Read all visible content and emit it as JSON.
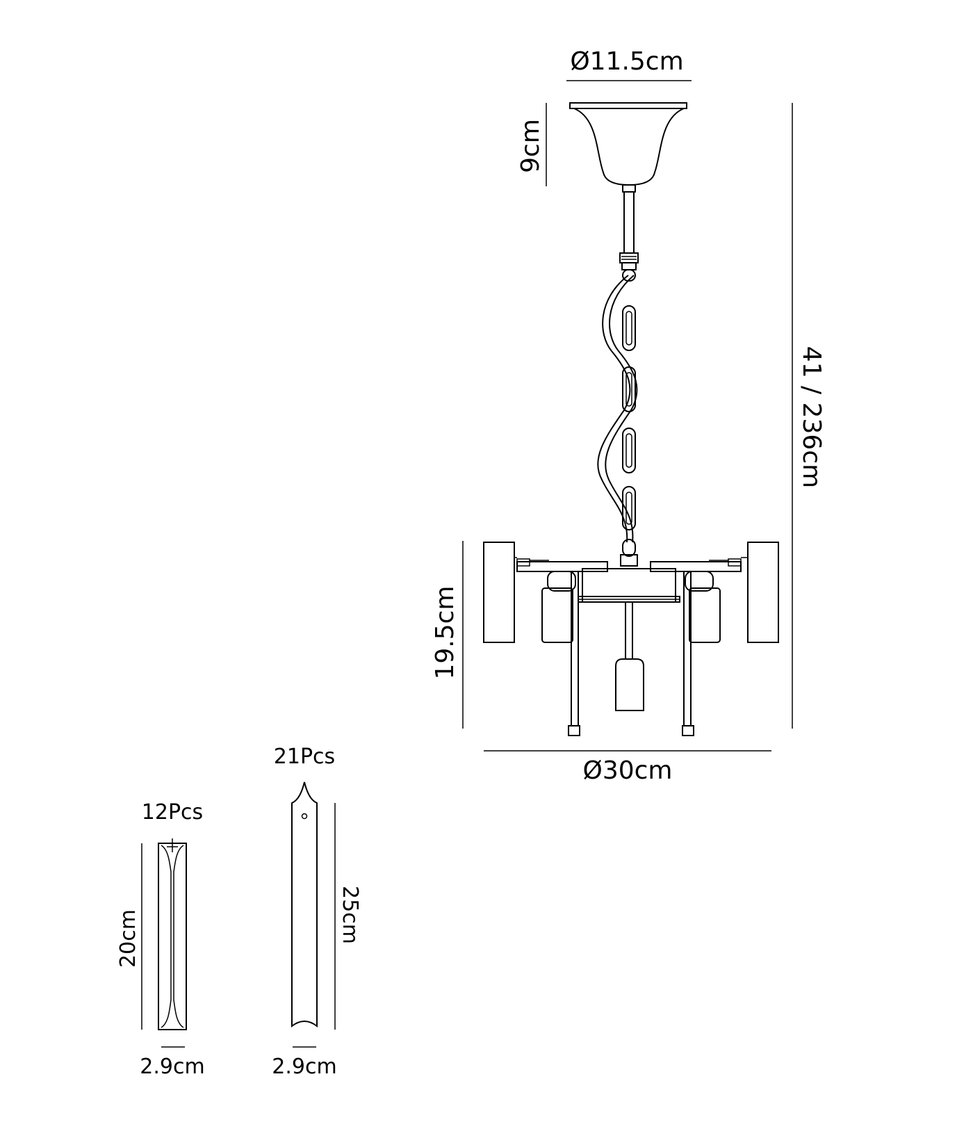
{
  "dimensions": {
    "ceiling_diameter": "Ø11.5cm",
    "ceiling_height": "9cm",
    "total_height": "41 / 236cm",
    "body_height": "19.5cm",
    "body_diameter": "Ø30cm"
  },
  "crystals": [
    {
      "count": "12Pcs",
      "height": "20cm",
      "width": "2.9cm"
    },
    {
      "count": "21Pcs",
      "height": "25cm",
      "width": "2.9cm"
    }
  ]
}
